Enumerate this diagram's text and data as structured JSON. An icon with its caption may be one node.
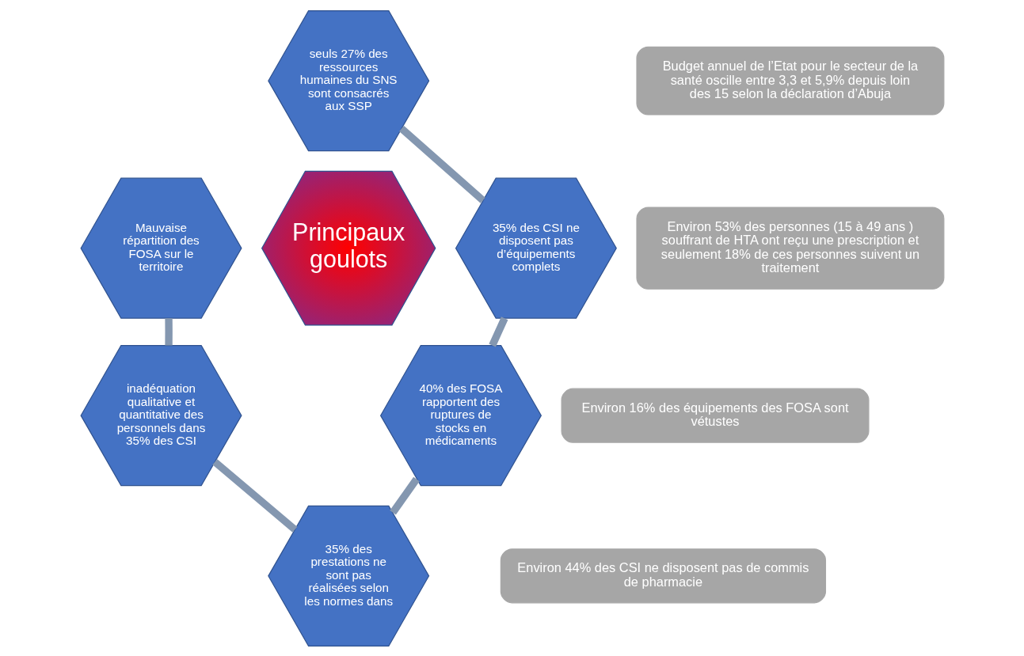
{
  "diagram": {
    "nodes": [
      {
        "text": [
          "Principaux goulots"
        ]
      },
      {
        "text": [
          "seuls 27% des ressources humaines du SNS sont consacrés aux SSP"
        ]
      },
      {
        "text": [
          "35% des CSI ne disposent pas d’équipements complets"
        ]
      },
      {
        "text": [
          "40% des FOSA rapportent des ruptures de stocks en médicaments"
        ]
      },
      {
        "text": [
          "35% des prestations ne sont pas réalisées selon les normes dans"
        ]
      },
      {
        "text": [
          "inadéquation qualitative et quantitative des personnels dans 35% des CSI"
        ]
      },
      {
        "text": [
          "Mauvaise répartition des FOSA sur le territoire"
        ]
      },
      {
        "text": [
          "Budget annuel de l’Etat pour le secteur de la santé oscille entre 3,3 et 5,9% depuis loin des 15 selon la déclaration d’Abuja"
        ]
      },
      {
        "text": [
          "Environ 53% des personnes (15 à 49 ans ) souffrant de HTA ont reçu une prescription et seulement 18% de ces personnes suivent un traitement"
        ]
      },
      {
        "text": [
          "Environ 16% des équipements des FOSA sont vétustes"
        ]
      },
      {
        "text": [
          "Environ 44% des CSI ne disposent pas de commis de pharmacie"
        ]
      }
    ],
    "edges": [
      {
        "from": 1,
        "to": 2,
        "arrow": "none"
      },
      {
        "from": 2,
        "to": 3,
        "arrow": "none"
      },
      {
        "from": 3,
        "to": 4,
        "arrow": "none"
      },
      {
        "from": 4,
        "to": 5,
        "arrow": "none"
      },
      {
        "from": 5,
        "to": 6,
        "arrow": "none"
      }
    ]
  }
}
